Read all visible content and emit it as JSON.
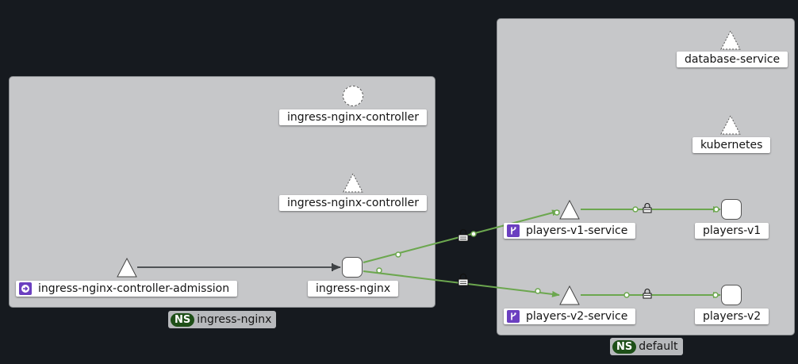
{
  "namespaces": [
    {
      "id": "ns-ingress-nginx",
      "pill": "NS",
      "name": "ingress-nginx"
    },
    {
      "id": "ns-default",
      "pill": "NS",
      "name": "default"
    }
  ],
  "nodes": {
    "ingress_nginx_controller_app": {
      "label": "ingress-nginx-controller",
      "kind": "app",
      "icon": "circle-node-icon"
    },
    "ingress_nginx_controller_svc": {
      "label": "ingress-nginx-controller",
      "kind": "service",
      "icon": "triangle-node-icon"
    },
    "ingress_nginx_controller_admission": {
      "label": "ingress-nginx-controller-admission",
      "kind": "service",
      "icon": "triangle-node-icon",
      "badge": "virtual-service-icon"
    },
    "ingress_nginx": {
      "label": "ingress-nginx",
      "kind": "workload",
      "icon": "square-node-icon"
    },
    "database_service": {
      "label": "database-service",
      "kind": "service",
      "icon": "triangle-node-icon"
    },
    "kubernetes": {
      "label": "kubernetes",
      "kind": "service",
      "icon": "triangle-node-icon"
    },
    "players_v1_service": {
      "label": "players-v1-service",
      "kind": "service",
      "icon": "triangle-node-icon",
      "badge": "branch-icon"
    },
    "players_v1": {
      "label": "players-v1",
      "kind": "workload",
      "icon": "square-node-icon"
    },
    "players_v2_service": {
      "label": "players-v2-service",
      "kind": "service",
      "icon": "triangle-node-icon",
      "badge": "branch-icon"
    },
    "players_v2": {
      "label": "players-v2",
      "kind": "workload",
      "icon": "square-node-icon"
    }
  },
  "edges": [
    {
      "from": "ingress_nginx_controller_admission",
      "to": "ingress_nginx",
      "color": "#4f5255",
      "mtls": false
    },
    {
      "from": "ingress_nginx",
      "to": "players_v1_service",
      "color": "#6ca74f",
      "mtls": true
    },
    {
      "from": "ingress_nginx",
      "to": "players_v2_service",
      "color": "#6ca74f",
      "mtls": true
    },
    {
      "from": "players_v1_service",
      "to": "players_v1",
      "color": "#6ca74f",
      "mtls": true
    },
    {
      "from": "players_v2_service",
      "to": "players_v2",
      "color": "#6ca74f",
      "mtls": true
    }
  ],
  "colors": {
    "background": "#161a1f",
    "namespace_box": "#c6c7c9",
    "edge_healthy": "#6ca74f",
    "edge_default": "#4f5255",
    "badge": "#6b3fc0",
    "ns_pill": "#1e4f18"
  }
}
